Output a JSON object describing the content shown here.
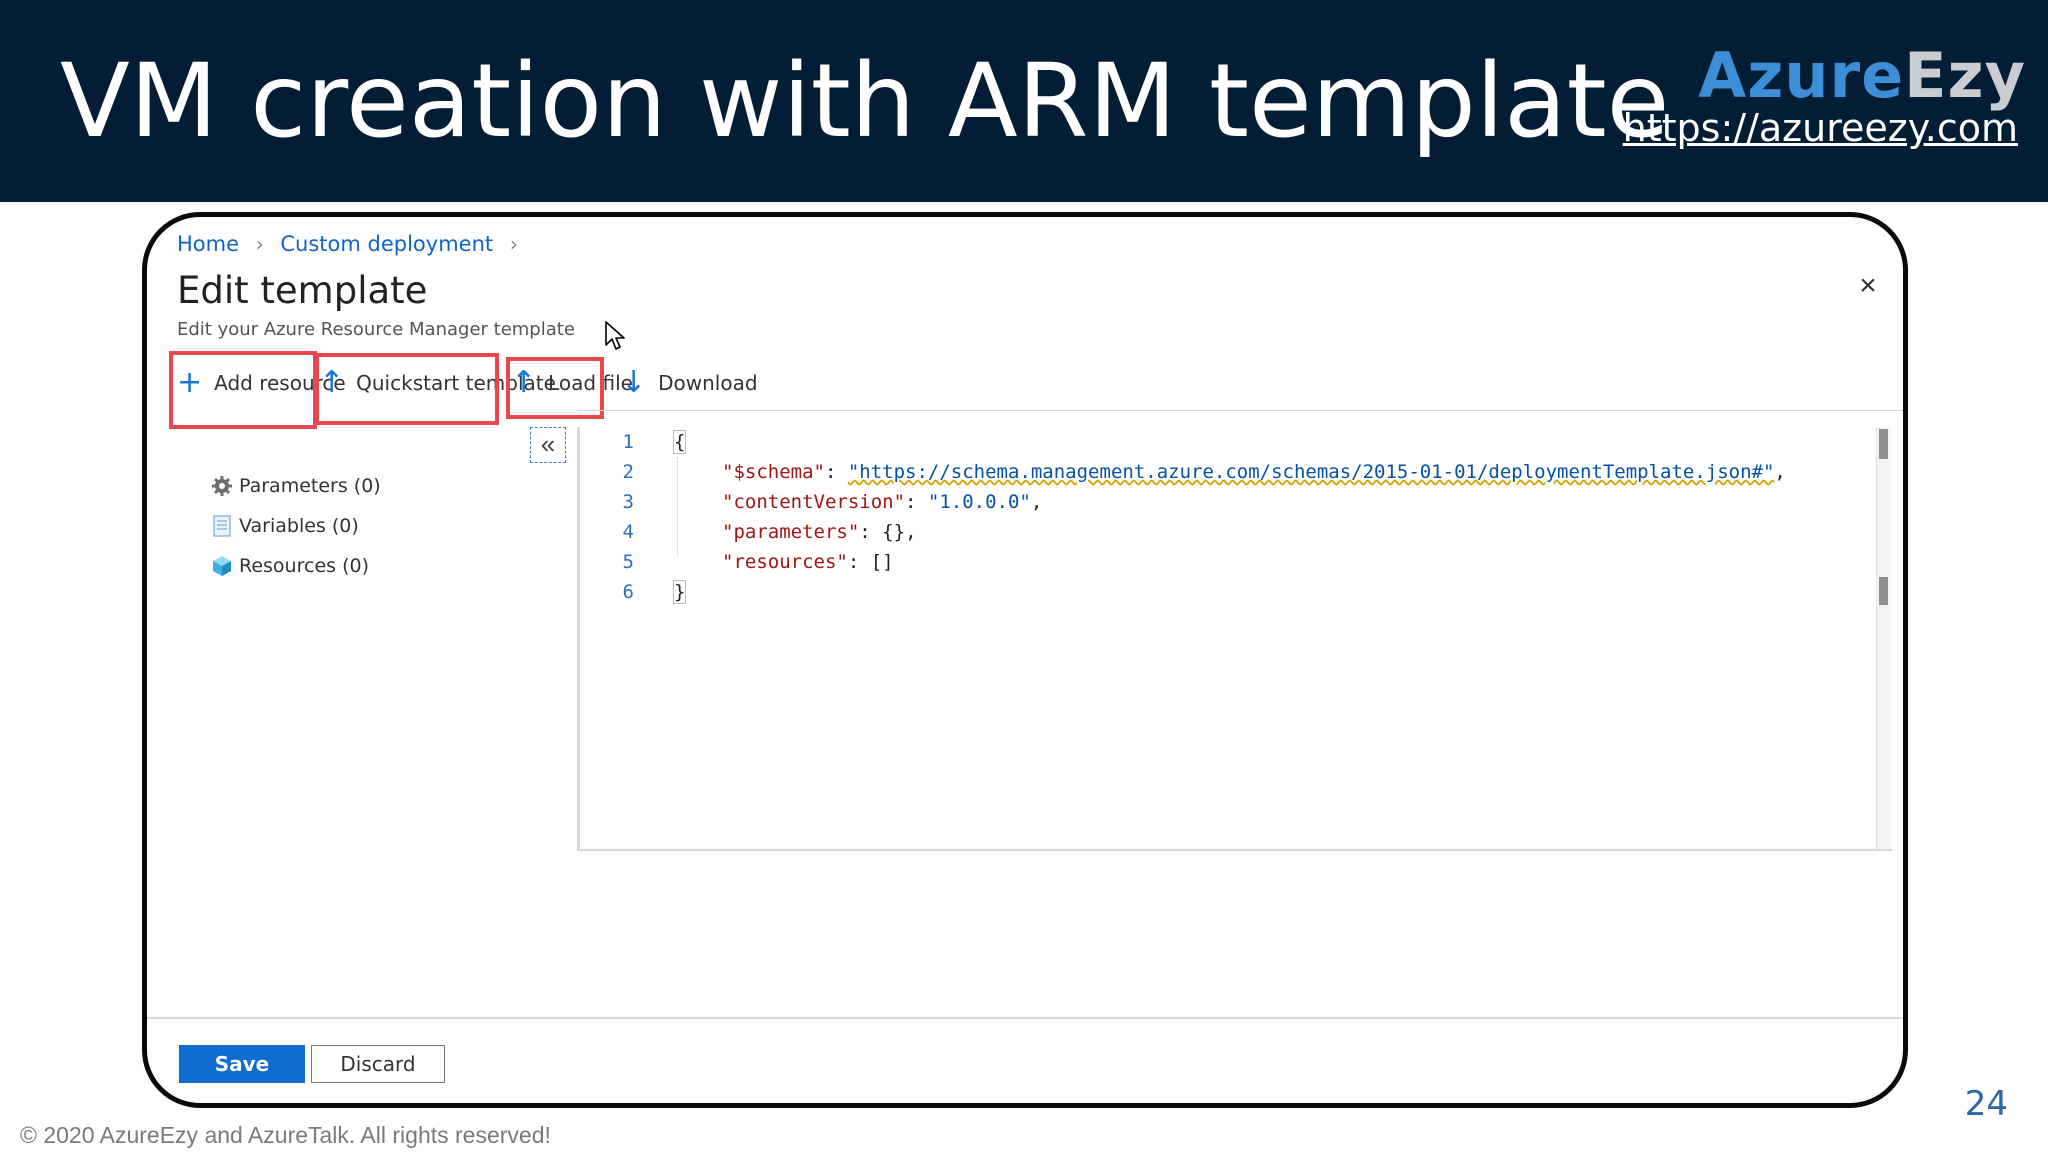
{
  "slide": {
    "title": "VM creation with ARM template",
    "page_number": "24",
    "copyright": "© 2020 AzureEzy and AzureTalk. All rights reserved!"
  },
  "brand": {
    "logo_part1": "Azure",
    "logo_part2": "Ezy",
    "url": "https://azureezy.com"
  },
  "breadcrumb": {
    "items": [
      "Home",
      "Custom deployment"
    ]
  },
  "blade": {
    "title": "Edit template",
    "subtitle": "Edit your Azure Resource Manager template"
  },
  "toolbar": {
    "add_resource": "Add resource",
    "quickstart_template": "Quickstart template",
    "load_file": "Load file",
    "download": "Download"
  },
  "tree": {
    "items": [
      {
        "label": "Parameters (0)",
        "icon": "gear-icon"
      },
      {
        "label": "Variables (0)",
        "icon": "document-icon"
      },
      {
        "label": "Resources (0)",
        "icon": "cube-icon"
      }
    ]
  },
  "editor": {
    "line_numbers": [
      "1",
      "2",
      "3",
      "4",
      "5",
      "6"
    ],
    "open_brace": "{",
    "close_brace": "}",
    "schema_key": "\"$schema\"",
    "schema_value": "\"https://schema.management.azure.com/schemas/2015-01-01/deploymentTemplate.json#\"",
    "content_version_key": "\"contentVersion\"",
    "content_version_value": "\"1.0.0.0\"",
    "parameters_key": "\"parameters\"",
    "parameters_value": "{}",
    "resources_key": "\"resources\"",
    "resources_value": "[]"
  },
  "footer": {
    "save": "Save",
    "discard": "Discard"
  },
  "colors": {
    "header_bg": "#031e34",
    "highlight": "#e8474d",
    "primary_button": "#0f6cd1",
    "link": "#1065c4"
  }
}
